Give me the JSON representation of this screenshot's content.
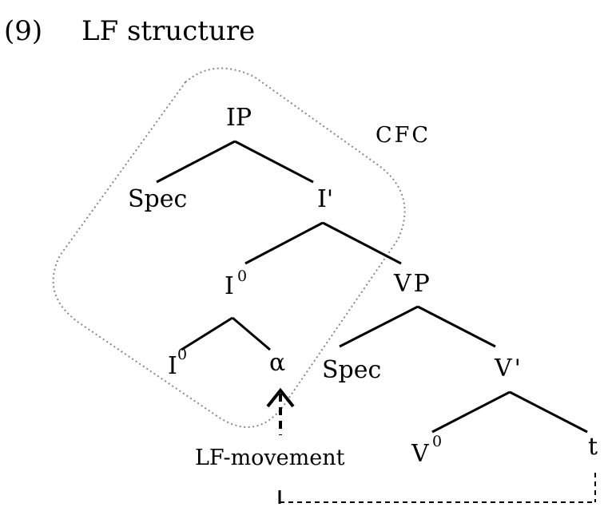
{
  "example": {
    "number": "(9)",
    "title": "LF structure"
  },
  "region_label": "CFC",
  "nodes": {
    "ip": "IP",
    "spec_ip": "Spec",
    "i_bar": "I'",
    "i0_head": "I",
    "i0_head_sup": "0",
    "vp": "VP",
    "i0_low": "I",
    "i0_low_sup": "0",
    "alpha": "α",
    "spec_vp": "Spec",
    "v_bar": "V'",
    "v0": "V",
    "v0_sup": "0",
    "trace": "t"
  },
  "movement_label": "LF-movement"
}
